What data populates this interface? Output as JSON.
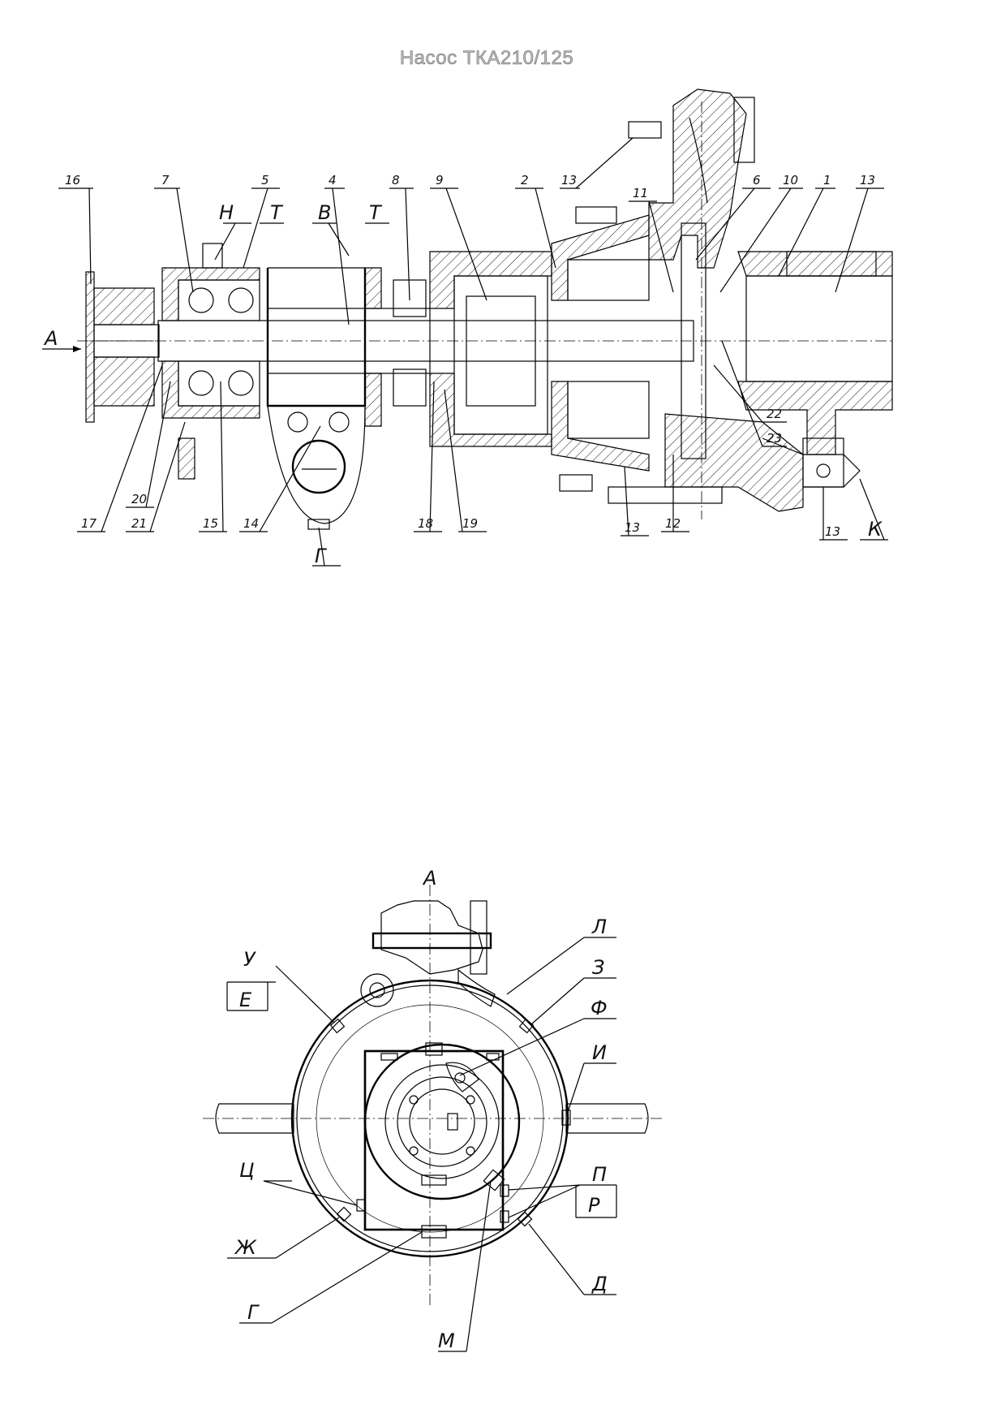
{
  "title": "Насос ТКА210/125",
  "section_view": {
    "part_labels": [
      "16",
      "7",
      "5",
      "4",
      "8",
      "9",
      "2",
      "13",
      "11",
      "6",
      "10",
      "1",
      "13",
      "17",
      "20",
      "21",
      "15",
      "14",
      "18",
      "19",
      "13",
      "12",
      "22",
      "23",
      "13"
    ],
    "letter_labels": [
      "Н",
      "Т",
      "В",
      "Т",
      "А",
      "Г",
      "К"
    ]
  },
  "end_view": {
    "labels": [
      "А",
      "У",
      "Е",
      "Л",
      "З",
      "Ф",
      "И",
      "Ц",
      "Ж",
      "П",
      "Р",
      "Д",
      "Г",
      "М"
    ]
  }
}
